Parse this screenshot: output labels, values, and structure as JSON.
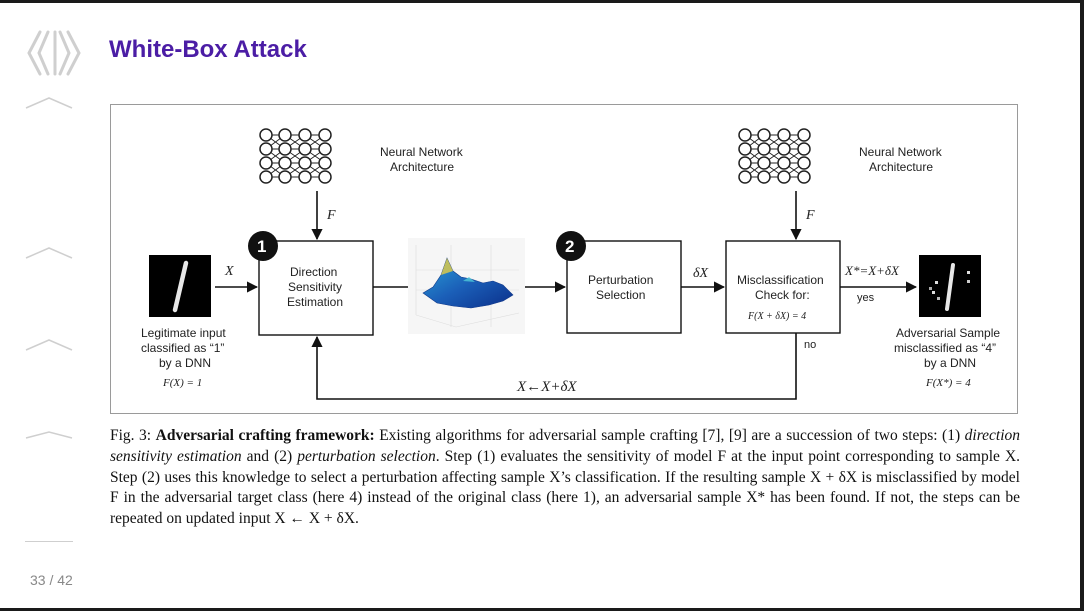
{
  "slide": {
    "title": "White-Box Attack",
    "page_counter": "33 / 42"
  },
  "figure": {
    "nn_label_left_1": "Neural Network",
    "nn_label_left_2": "Architecture",
    "nn_label_right_1": "Neural Network",
    "nn_label_right_2": "Architecture",
    "f_label_left": "F",
    "f_label_right": "F",
    "step1_badge": "1",
    "step2_badge": "2",
    "input_x": "X",
    "direction_box": [
      "Direction",
      "Sensitivity",
      "Estimation"
    ],
    "perturbation_box": [
      "Perturbation",
      "Selection"
    ],
    "delta_x": "δX",
    "misclass_box": [
      "Misclassification",
      "Check for:"
    ],
    "misclass_formula": "F(X + δX) = 4",
    "x_star_label": "X*=X+δX",
    "yes_label": "yes",
    "no_label": "no",
    "loop_label": "X←X+δX",
    "legit_caption": [
      "Legitimate input",
      "classified as “1”",
      "by a DNN"
    ],
    "legit_formula": "F(X) = 1",
    "adv_caption": [
      "Adversarial Sample",
      "misclassified as “4”",
      "by a DNN"
    ],
    "adv_formula": "F(X*) = 4"
  },
  "caption": {
    "fig_label": "Fig. 3:",
    "bold_lead": "Adversarial crafting framework:",
    "text_1": "Existing algorithms for adversarial sample crafting [7], [9] are a succession of two steps: (1)",
    "italic_1": "direction sensitivity estimation",
    "text_2": "and (2)",
    "italic_2": "perturbation selection",
    "text_3": ". Step (1) evaluates the sensitivity of model F at the input point corresponding to sample X. Step (2) uses this knowledge to select a perturbation affecting sample X’s classification. If the resulting sample X + δX is misclassified by model F in the adversarial target class (here 4) instead of the original class (here 1), an adversarial sample X* has been found. If not, the steps can be repeated on updated input X ← X + δX."
  },
  "icons": [
    "logo-icon",
    "nav-up-icon",
    "neural-network-icon",
    "digit-one-image",
    "digit-four-image",
    "surface-plot-image"
  ]
}
